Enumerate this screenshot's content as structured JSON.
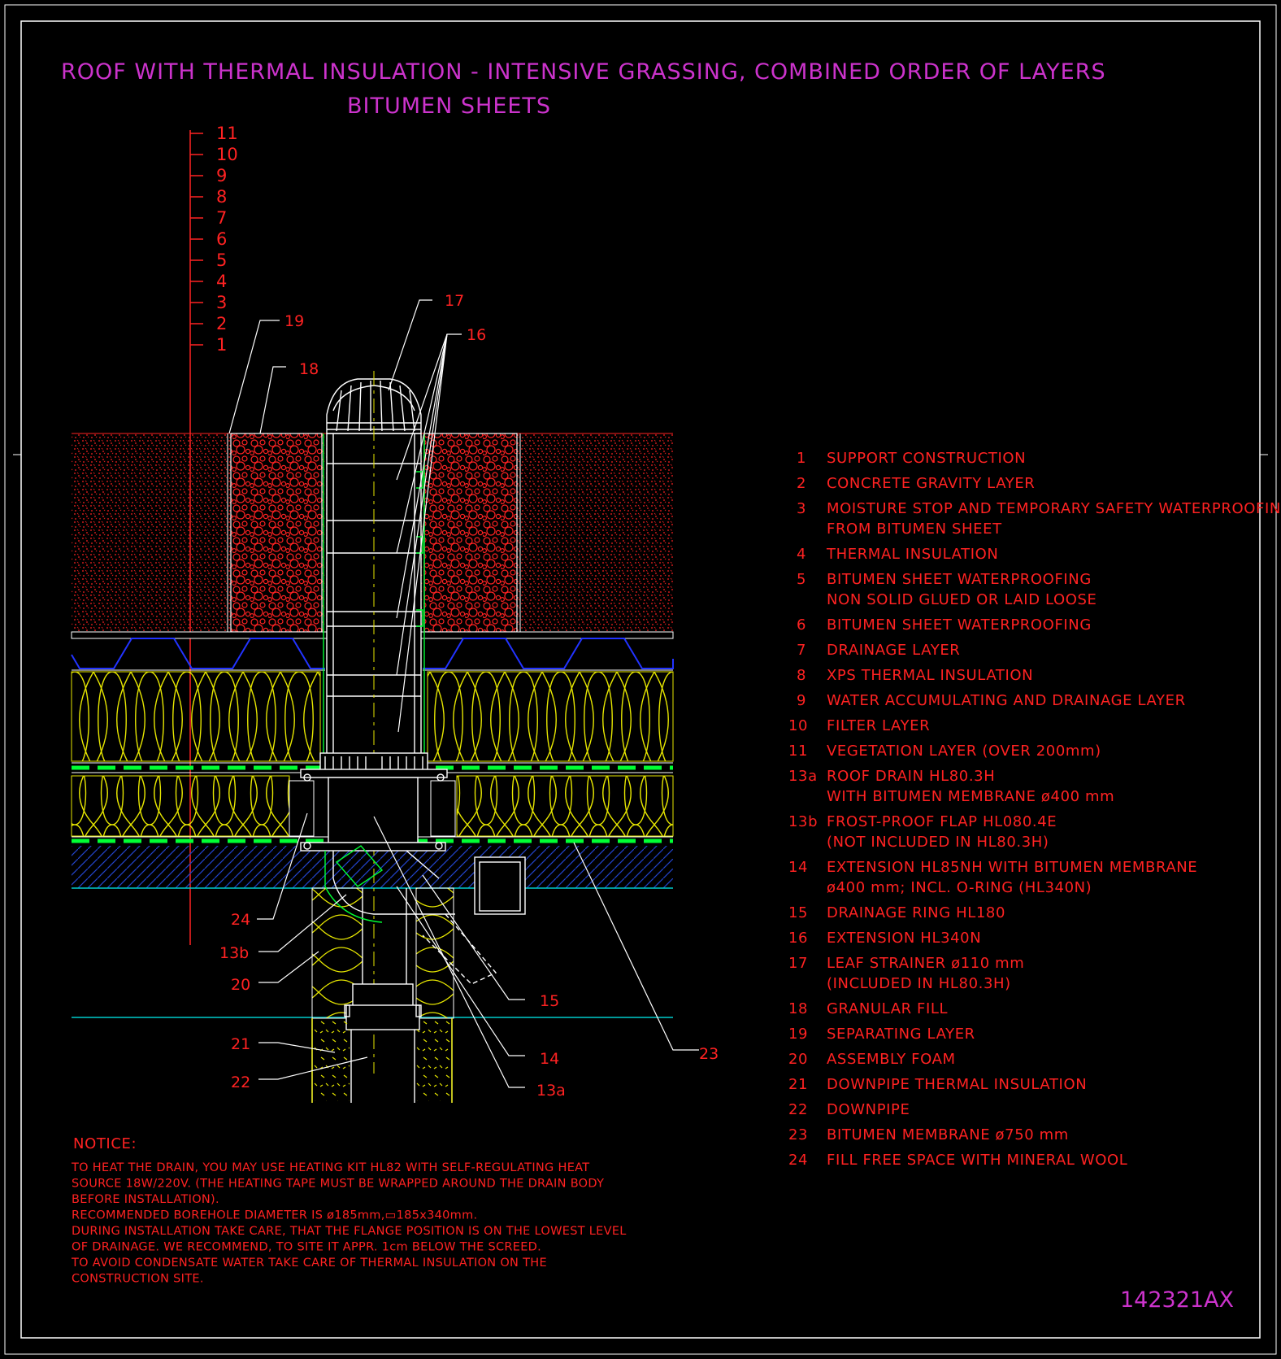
{
  "title": {
    "line1": "ROOF WITH THERMAL INSULATION - INTENSIVE GRASSING, COMBINED ORDER OF LAYERS",
    "line2": "BITUMEN SHEETS"
  },
  "layer_scale": [
    "11",
    "10",
    "9",
    "8",
    "7",
    "6",
    "5",
    "4",
    "3",
    "2",
    "1"
  ],
  "callouts": {
    "c17": "17",
    "c16": "16",
    "c19": "19",
    "c18": "18",
    "c24": "24",
    "c13b": "13b",
    "c20": "20",
    "c21": "21",
    "c22": "22",
    "c15": "15",
    "c14": "14",
    "c13a": "13a",
    "c23": "23"
  },
  "legend": [
    {
      "num": "1",
      "lines": [
        "SUPPORT CONSTRUCTION"
      ]
    },
    {
      "num": "2",
      "lines": [
        "CONCRETE GRAVITY LAYER"
      ]
    },
    {
      "num": "3",
      "lines": [
        "MOISTURE STOP AND TEMPORARY SAFETY WATERPROOFING",
        "FROM BITUMEN SHEET"
      ]
    },
    {
      "num": "4",
      "lines": [
        "THERMAL INSULATION"
      ]
    },
    {
      "num": "5",
      "lines": [
        "BITUMEN SHEET WATERPROOFING",
        "NON SOLID GLUED OR LAID LOOSE"
      ]
    },
    {
      "num": "6",
      "lines": [
        "BITUMEN SHEET WATERPROOFING"
      ]
    },
    {
      "num": "7",
      "lines": [
        "DRAINAGE LAYER"
      ]
    },
    {
      "num": "8",
      "lines": [
        "XPS THERMAL INSULATION"
      ]
    },
    {
      "num": "9",
      "lines": [
        "WATER ACCUMULATING AND DRAINAGE LAYER"
      ]
    },
    {
      "num": "10",
      "lines": [
        "FILTER LAYER"
      ]
    },
    {
      "num": "11",
      "lines": [
        "VEGETATION LAYER (OVER 200mm)"
      ]
    },
    {
      "num": "13a",
      "lines": [
        "ROOF DRAIN HL80.3H",
        "WITH BITUMEN MEMBRANE ø400 mm"
      ]
    },
    {
      "num": "13b",
      "lines": [
        "FROST-PROOF FLAP HL080.4E",
        "(NOT INCLUDED IN HL80.3H)"
      ]
    },
    {
      "num": "14",
      "lines": [
        "EXTENSION HL85NH WITH BITUMEN MEMBRANE",
        "ø400 mm; INCL. O-RING (HL340N)"
      ]
    },
    {
      "num": "15",
      "lines": [
        "DRAINAGE RING HL180"
      ]
    },
    {
      "num": "16",
      "lines": [
        "EXTENSION HL340N"
      ]
    },
    {
      "num": "17",
      "lines": [
        "LEAF STRAINER ø110 mm",
        "(INCLUDED IN HL80.3H)"
      ]
    },
    {
      "num": "18",
      "lines": [
        "GRANULAR FILL"
      ]
    },
    {
      "num": "19",
      "lines": [
        "SEPARATING LAYER"
      ]
    },
    {
      "num": "20",
      "lines": [
        "ASSEMBLY FOAM"
      ]
    },
    {
      "num": "21",
      "lines": [
        "DOWNPIPE THERMAL INSULATION"
      ]
    },
    {
      "num": "22",
      "lines": [
        "DOWNPIPE"
      ]
    },
    {
      "num": "23",
      "lines": [
        "BITUMEN MEMBRANE ø750 mm"
      ]
    },
    {
      "num": "24",
      "lines": [
        "FILL FREE SPACE WITH MINERAL WOOL"
      ]
    }
  ],
  "notice": {
    "heading": "NOTICE:",
    "lines": [
      "TO HEAT THE DRAIN, YOU MAY USE HEATING KIT HL82 WITH SELF-REGULATING HEAT",
      "SOURCE 18W/220V. (THE HEATING TAPE MUST BE WRAPPED AROUND THE DRAIN BODY",
      "BEFORE INSTALLATION).",
      "RECOMMENDED BOREHOLE DIAMETER IS ø185mm,▭185x340mm.",
      "DURING INSTALLATION TAKE CARE, THAT THE FLANGE POSITION IS ON THE LOWEST LEVEL",
      "OF DRAINAGE. WE RECOMMEND, TO SITE IT APPR. 1cm BELOW THE SCREED.",
      "TO AVOID CONDENSATE WATER TAKE CARE OF THERMAL INSULATION ON THE",
      "CONSTRUCTION SITE."
    ]
  },
  "drawing_code": "142321AX",
  "colors": {
    "background": "#000000",
    "title": "#cc33cc",
    "annotation": "#ff2222",
    "membrane_blue": "#2233ff",
    "insulation_yellow": "#e6e600",
    "bitumen_green": "#00ff33",
    "hatch_blue": "#2244cc",
    "cyan": "#00cccc",
    "structure_white": "#ffffff"
  }
}
